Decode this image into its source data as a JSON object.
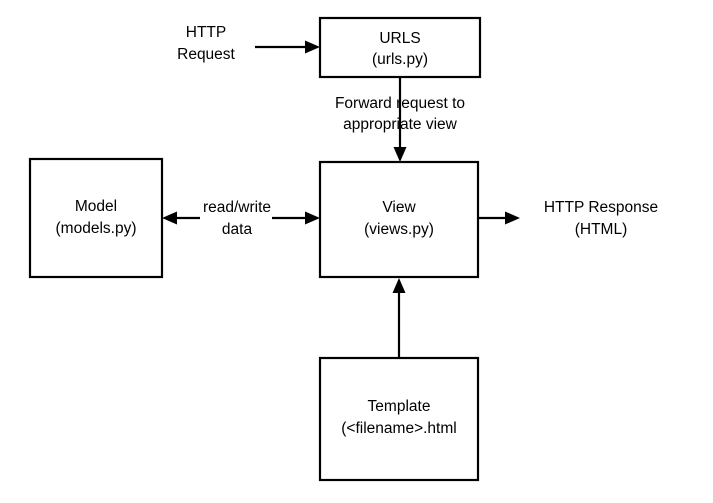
{
  "diagram": {
    "title": "Django MVT request flow",
    "background_color": "#ffffff",
    "stroke_color": "#000000",
    "nodes": {
      "urls": {
        "line1": "URLS",
        "line2": "(urls.py)"
      },
      "model": {
        "line1": "Model",
        "line2": "(models.py)"
      },
      "view": {
        "line1": "View",
        "line2": "(views.py)"
      },
      "template": {
        "line1": "Template",
        "line2": "(<filename>.html"
      }
    },
    "edge_labels": {
      "http_request": {
        "line1": "HTTP",
        "line2": "Request"
      },
      "forward": {
        "line1": "Forward request to",
        "line2": "appropriate view"
      },
      "read_write": {
        "line1": "read/write",
        "line2": "data"
      },
      "http_response": {
        "line1": "HTTP Response",
        "line2": "(HTML)"
      }
    },
    "edges": [
      {
        "name": "http-request-to-urls",
        "from": "HTTP Request",
        "to": "URLS"
      },
      {
        "name": "urls-to-view",
        "from": "URLS",
        "to": "View"
      },
      {
        "name": "view-to-model",
        "from": "View",
        "to": "Model"
      },
      {
        "name": "model-to-view",
        "from": "Model",
        "to": "View"
      },
      {
        "name": "view-to-http-response",
        "from": "View",
        "to": "HTTP Response"
      },
      {
        "name": "template-to-view",
        "from": "Template",
        "to": "View"
      }
    ]
  }
}
